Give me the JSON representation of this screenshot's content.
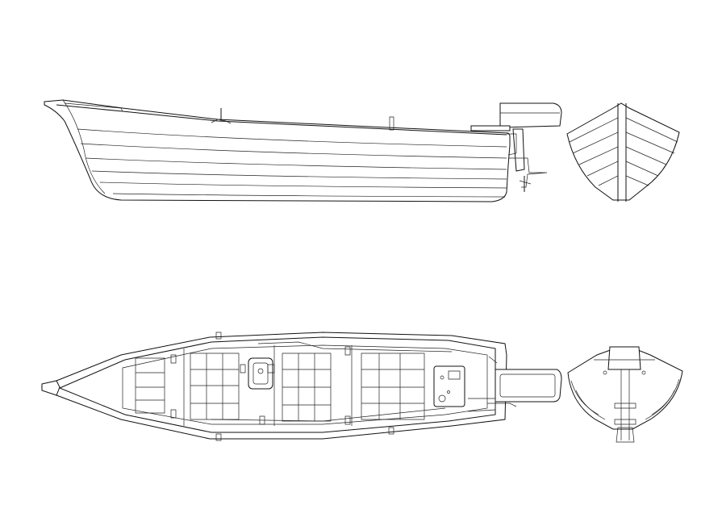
{
  "drawing": {
    "background": "#ffffff",
    "line_color": "#111111"
  },
  "views": [
    {
      "id": "side-profile"
    },
    {
      "id": "stern-section-elevation"
    },
    {
      "id": "plan-top-view"
    },
    {
      "id": "stern-section-plan"
    }
  ]
}
